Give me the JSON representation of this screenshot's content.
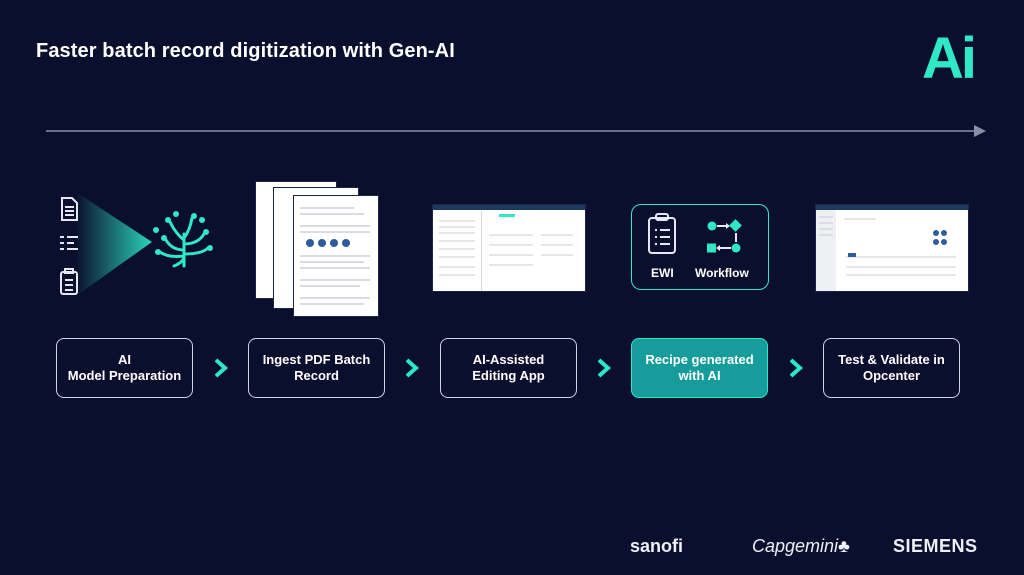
{
  "header": {
    "title": "Faster batch record digitization with Gen-AI",
    "logo_text": "Ai"
  },
  "steps": [
    {
      "label": "AI\nModel Preparation",
      "active": false
    },
    {
      "label": "Ingest PDF Batch\nRecord",
      "active": false
    },
    {
      "label": "AI-Assisted\nEditing App",
      "active": false
    },
    {
      "label": "Recipe generated\nwith AI",
      "active": true
    },
    {
      "label": "Test & Validate in\nOpcenter",
      "active": false
    }
  ],
  "recipe_outputs": {
    "ewi_label": "EWI",
    "workflow_label": "Workflow"
  },
  "partners": {
    "sanofi": "sanofi",
    "capgemini": "Capgemini",
    "siemens": "SIEMENS"
  },
  "colors": {
    "background": "#0b0f2e",
    "accent": "#2ee8c6",
    "active_step": "#169c9a"
  }
}
